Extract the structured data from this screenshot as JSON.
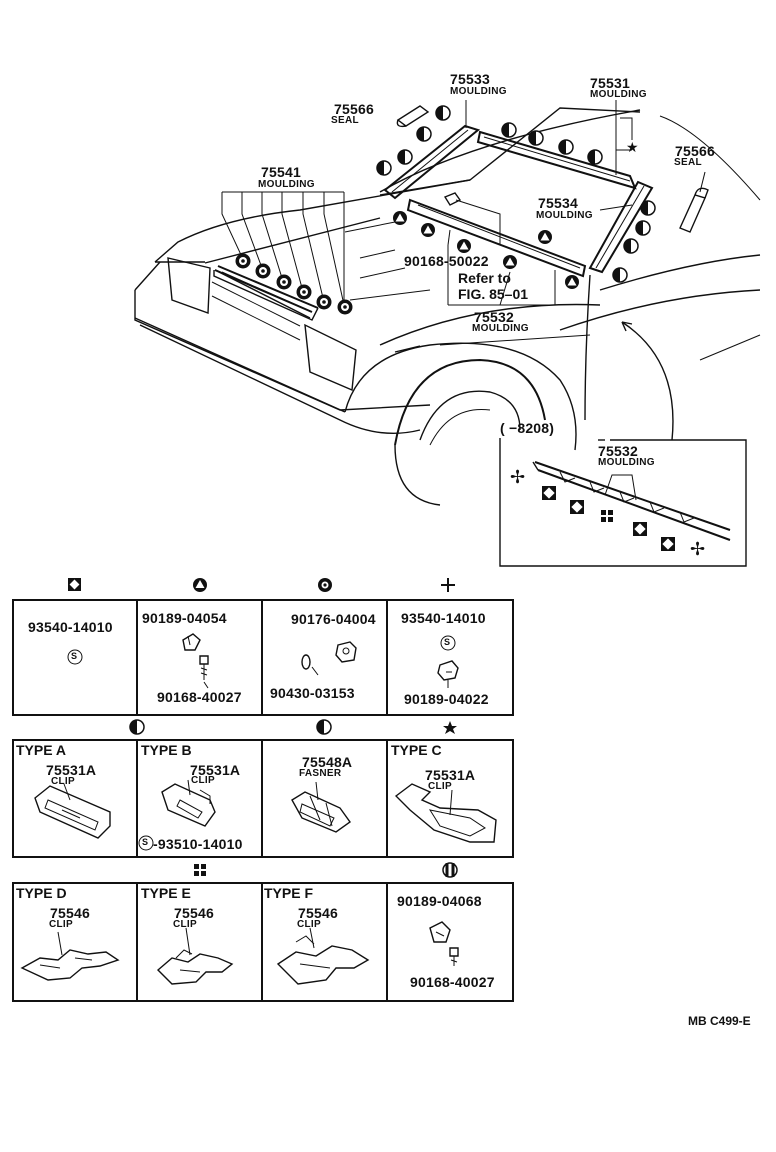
{
  "diagram": {
    "callouts": {
      "p75533": {
        "number": "75533",
        "name": "MOULDING"
      },
      "p75531": {
        "number": "75531",
        "name": "MOULDING"
      },
      "p75566a": {
        "number": "75566",
        "name": "SEAL"
      },
      "p75566b": {
        "number": "75566",
        "name": "SEAL"
      },
      "p75541": {
        "number": "75541",
        "name": "MOULDING"
      },
      "p75534": {
        "number": "75534",
        "name": "MOULDING"
      },
      "p75532": {
        "number": "75532",
        "name": "MOULDING"
      },
      "p90168": {
        "number": "90168-50022"
      },
      "refer": {
        "line1": "Refer to",
        "line2": "FIG. 85–01"
      }
    },
    "inset": {
      "date": "(     −8208)",
      "part": {
        "number": "75532",
        "name": "MOULDING"
      }
    },
    "fastener_table": [
      {
        "symbol": "diamond-square-icon",
        "parts": [
          "93540-14010"
        ]
      },
      {
        "symbol": "triangle-circle-icon",
        "parts": [
          "90189-04054",
          "90168-40027"
        ]
      },
      {
        "symbol": "ring-circle-icon",
        "parts": [
          "90176-04004",
          "90430-03153"
        ]
      },
      {
        "symbol": "plus-icon",
        "parts": [
          "93540-14010",
          "90189-04022"
        ]
      }
    ],
    "clip_table_1": [
      {
        "type": "TYPE A",
        "number": "75531A",
        "name": "CLIP"
      },
      {
        "type": "TYPE B",
        "number": "75531A",
        "name": "CLIP",
        "extra": "-93510-14010"
      },
      {
        "type": "",
        "number": "75548A",
        "name": "FASNER"
      },
      {
        "type": "TYPE C",
        "number": "75531A",
        "name": "CLIP"
      }
    ],
    "clip_table_2": [
      {
        "type": "TYPE D",
        "number": "75546",
        "name": "CLIP"
      },
      {
        "type": "TYPE E",
        "number": "75546",
        "name": "CLIP"
      },
      {
        "type": "TYPE F",
        "number": "75546",
        "name": "CLIP"
      },
      {
        "type": "",
        "parts": [
          "90189-04068",
          "90168-40027"
        ]
      }
    ],
    "s_mark": "S",
    "footer_code": "MB C499-E"
  }
}
